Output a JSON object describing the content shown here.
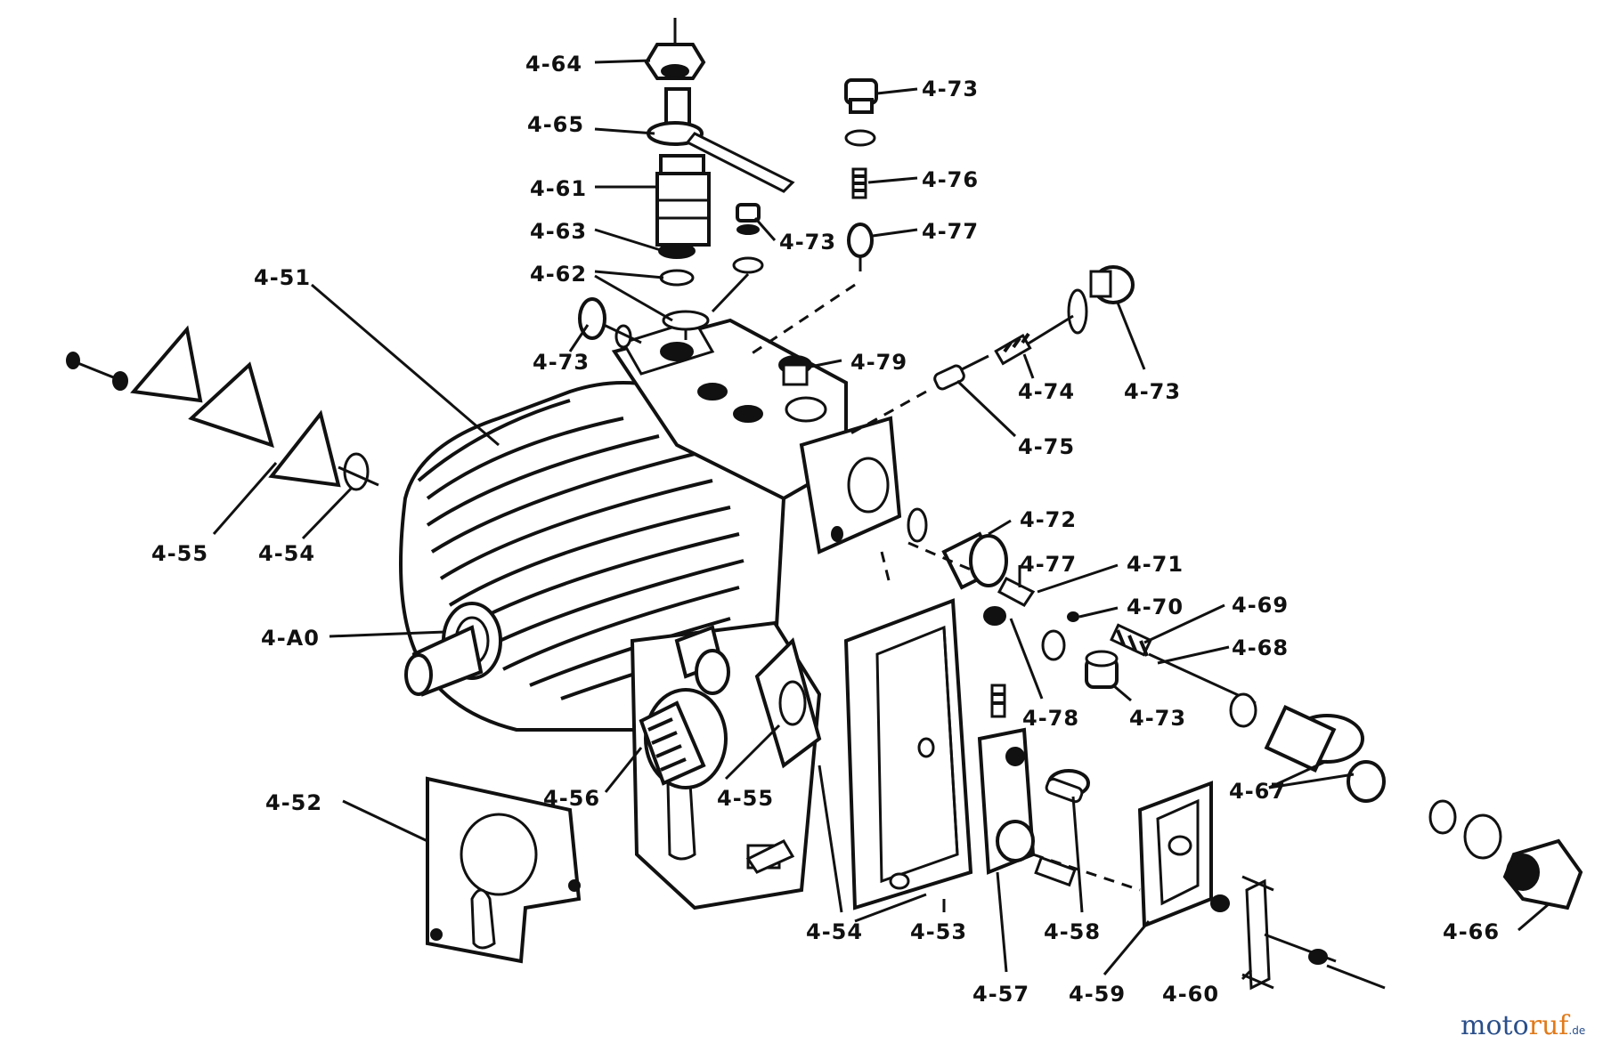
{
  "labels": {
    "l_4_64": "4-64",
    "l_4_65": "4-65",
    "l_4_61": "4-61",
    "l_4_63": "4-63",
    "l_4_62": "4-62",
    "l_4_73_top_right": "4-73",
    "l_4_73_mid": "4-73",
    "l_4_76": "4-76",
    "l_4_77_top": "4-77",
    "l_4_51": "4-51",
    "l_4_73_left": "4-73",
    "l_4_79": "4-79",
    "l_4_74": "4-74",
    "l_4_73_far_right": "4-73",
    "l_4_75": "4-75",
    "l_4_55_left": "4-55",
    "l_4_54_left": "4-54",
    "l_4_72": "4-72",
    "l_4_77_mid": "4-77",
    "l_4_71": "4-71",
    "l_4_70": "4-70",
    "l_4_69": "4-69",
    "l_4_68": "4-68",
    "l_4_A0": "4-A0",
    "l_4_78": "4-78",
    "l_4_73_lower": "4-73",
    "l_4_56": "4-56",
    "l_4_55_mid": "4-55",
    "l_4_52": "4-52",
    "l_4_67": "4-67",
    "l_4_66": "4-66",
    "l_4_54_bottom": "4-54",
    "l_4_53": "4-53",
    "l_4_58": "4-58",
    "l_4_57": "4-57",
    "l_4_59": "4-59",
    "l_4_60": "4-60"
  },
  "watermark": {
    "moto": "moto",
    "ruf": "ruf",
    "tld": ".de"
  },
  "colors": {
    "ink": "#111111",
    "paper": "#ffffff",
    "watermark_blue": "#2a4f8a",
    "watermark_orange": "#e07a1a"
  }
}
